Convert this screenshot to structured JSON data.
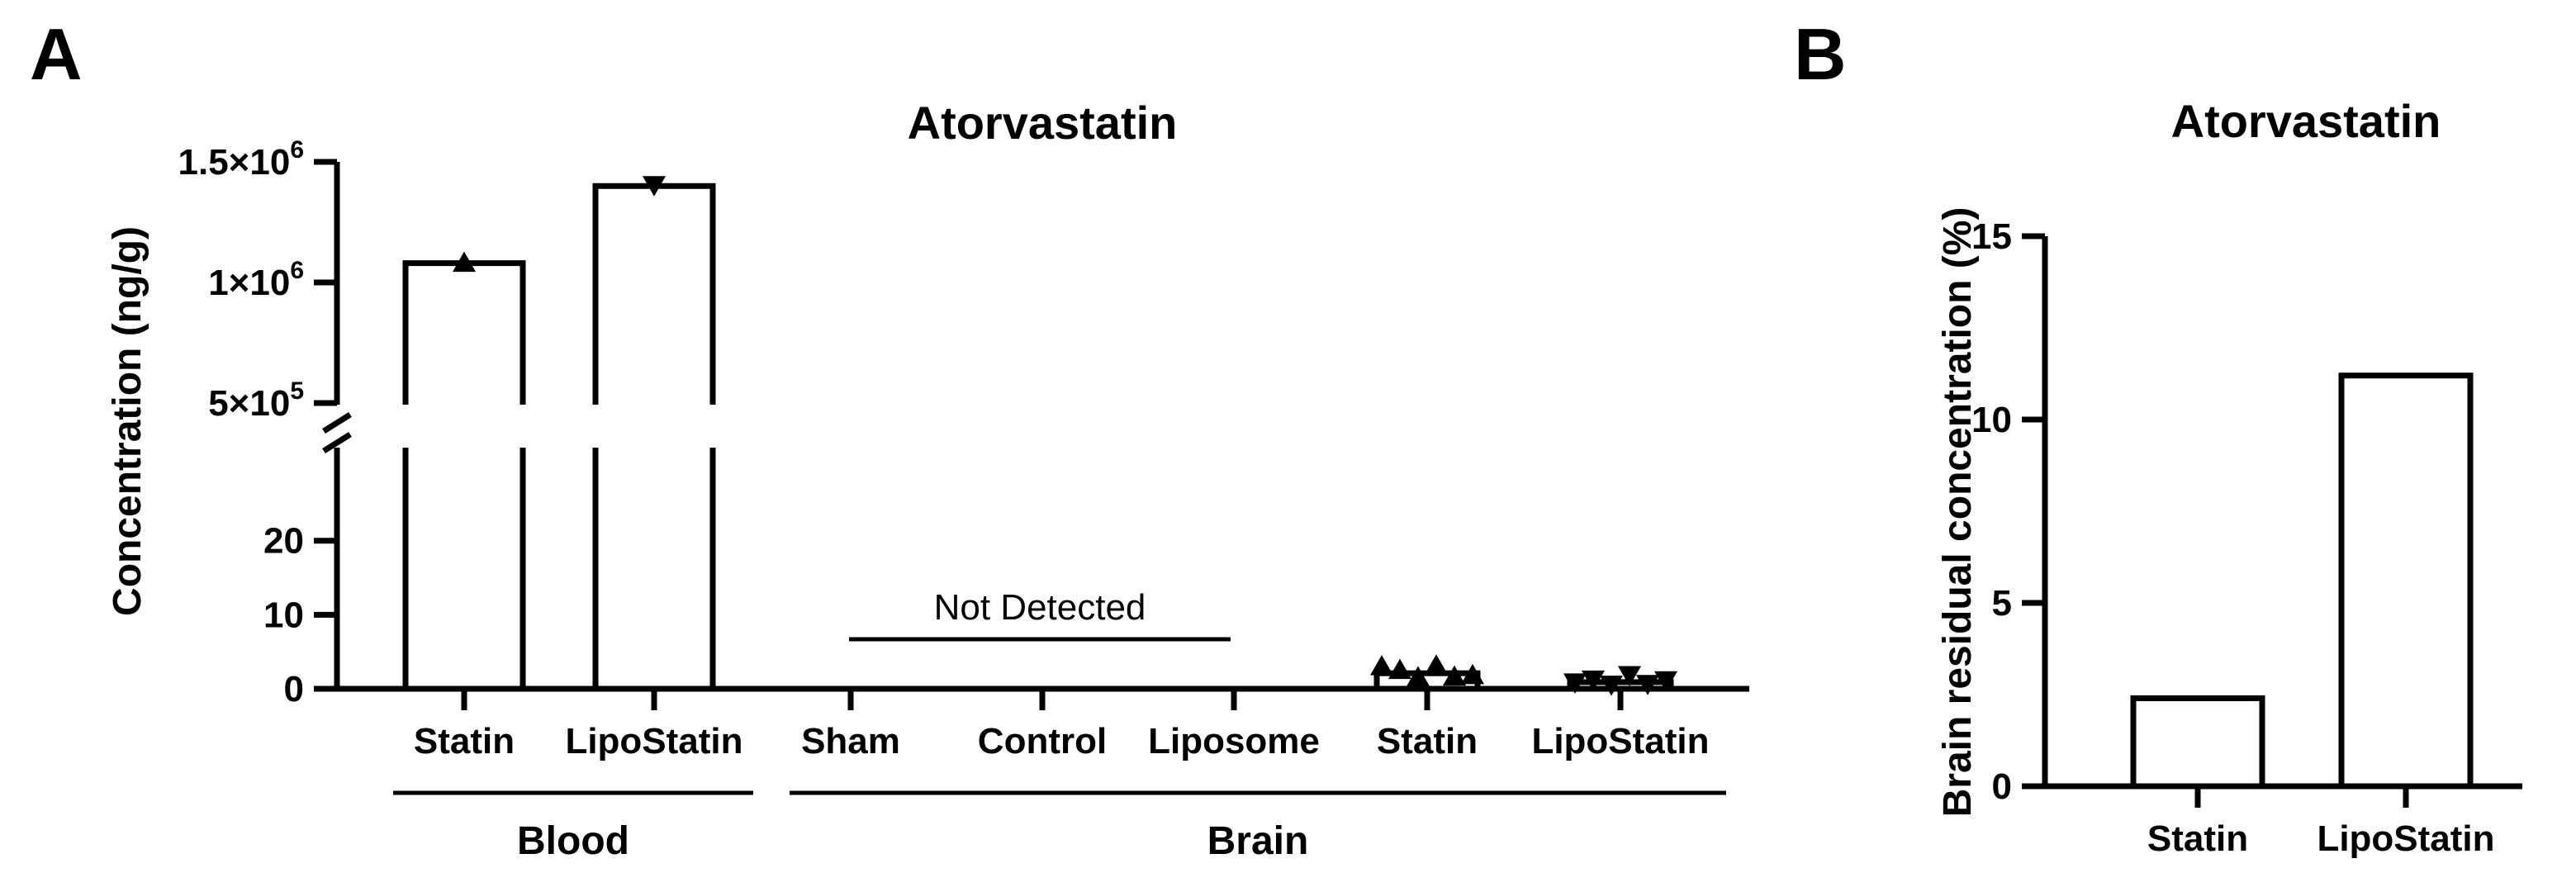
{
  "panels": {
    "a": {
      "letter": "A",
      "chart_data": {
        "type": "bar",
        "title": "Atorvastatin",
        "ylabel": "Concentration (ng/g)",
        "y_axis_broken": true,
        "y_lower_segment": {
          "ylim": [
            0,
            27
          ],
          "ticks": [
            0,
            10,
            20
          ],
          "tick_labels": [
            "0",
            "10",
            "20"
          ]
        },
        "y_upper_segment": {
          "ylim": [
            500000,
            1500000
          ],
          "ticks": [
            500000,
            1000000,
            1500000
          ],
          "tick_labels": [
            "5×10",
            "1×10",
            "1.5×10"
          ],
          "tick_exponents": [
            "5",
            "6",
            "6"
          ]
        },
        "categories": [
          "Statin",
          "LipoStatin",
          "Sham",
          "Control",
          "Liposome",
          "Statin",
          "LipoStatin"
        ],
        "groups": [
          {
            "label": "Blood",
            "categories": [
              0,
              1
            ]
          },
          {
            "label": "Brain",
            "categories": [
              2,
              3,
              4,
              5,
              6
            ]
          }
        ],
        "values": [
          1080000,
          1400000,
          0,
          0,
          0,
          2.1,
          0.9
        ],
        "points": [
          {
            "category": 0,
            "marker": "triangle-up",
            "y": [
              1080000
            ]
          },
          {
            "category": 1,
            "marker": "triangle-down",
            "y": [
              1405000
            ]
          },
          {
            "category": 5,
            "marker": "triangle-up",
            "y": [
              3.0,
              2.5,
              1.5,
              3.1,
              1.6,
              1.8
            ]
          },
          {
            "category": 6,
            "marker": "triangle-down",
            "y": [
              0.9,
              1.3,
              0.6,
              1.9,
              0.7,
              1.2
            ]
          }
        ],
        "annotation": {
          "text": "Not Detected",
          "span": [
            2,
            4
          ],
          "y": 5
        },
        "colors": {
          "bar_fill": "#ffffff",
          "stroke": "#000000"
        }
      }
    },
    "b": {
      "letter": "B",
      "chart_data": {
        "type": "bar",
        "title": "Atorvastatin",
        "ylabel": "Brain residual concentration (%)",
        "categories": [
          "Statin",
          "LipoStatin"
        ],
        "values": [
          2.4,
          11.2
        ],
        "ylim": [
          0,
          15
        ],
        "ticks": [
          0,
          5,
          10,
          15
        ],
        "tick_labels": [
          "0",
          "5",
          "10",
          "15"
        ],
        "colors": {
          "bar_fill": "#ffffff",
          "stroke": "#000000"
        }
      }
    }
  }
}
